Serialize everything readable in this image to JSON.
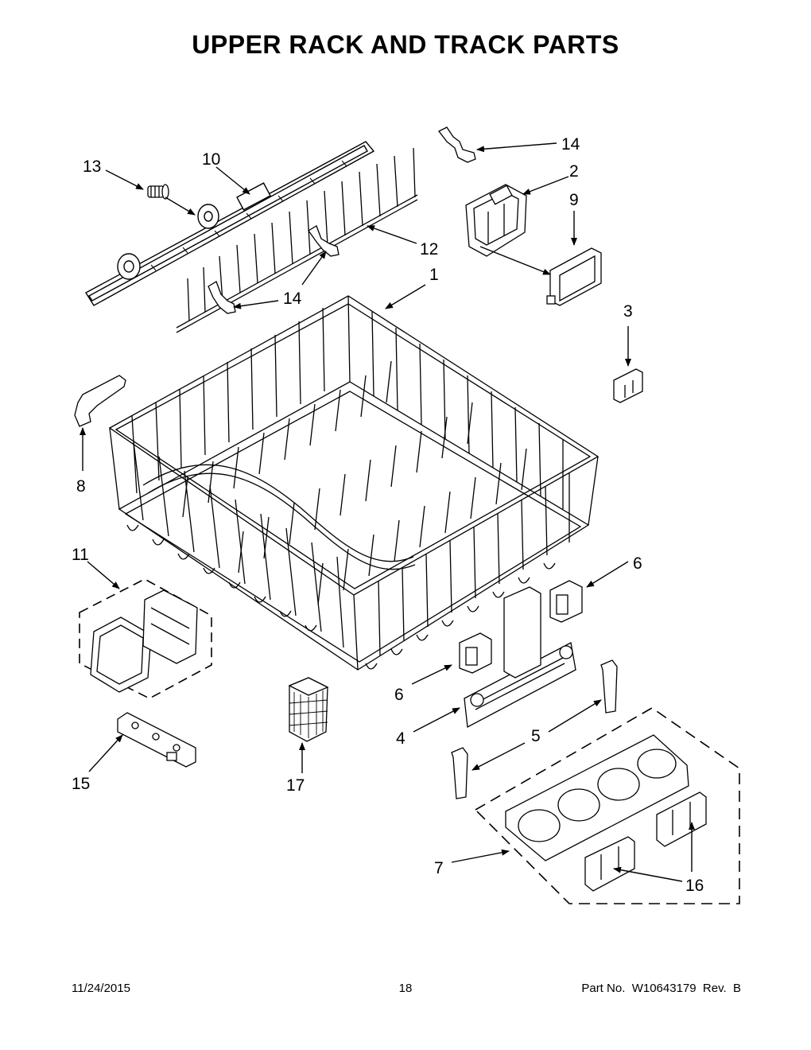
{
  "header": {
    "title": "UPPER RACK AND TRACK PARTS"
  },
  "callouts": [
    "1",
    "2",
    "3",
    "4",
    "5",
    "6",
    "6",
    "7",
    "8",
    "9",
    "10",
    "11",
    "12",
    "13",
    "14",
    "14",
    "15",
    "16",
    "17"
  ],
  "footer": {
    "date": "11/24/2015",
    "page": "18",
    "part": "Part No.  W10643179  Rev.  B"
  }
}
